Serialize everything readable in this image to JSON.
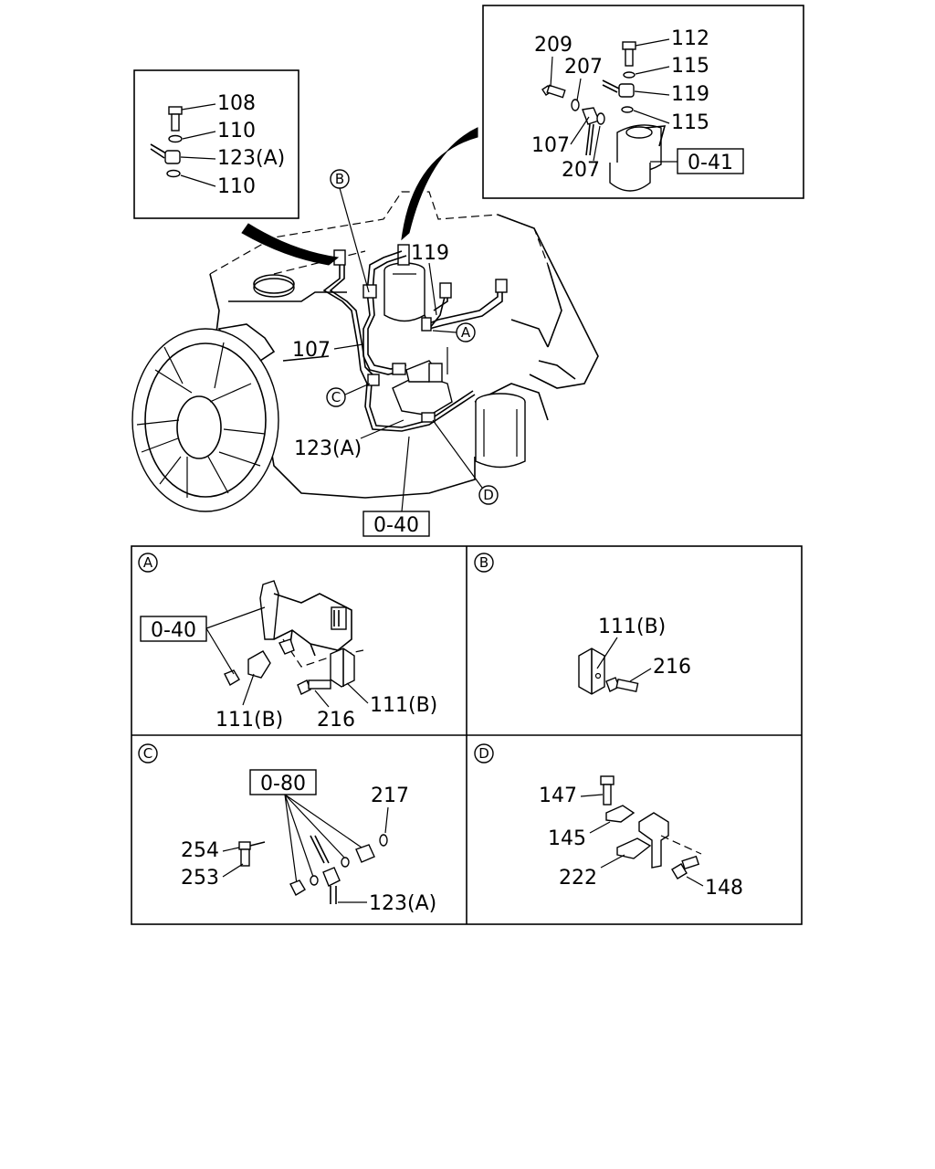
{
  "figure": {
    "main_callouts": {
      "b_marker": "B",
      "a_marker": "A",
      "c_marker": "C",
      "d_marker": "D",
      "filter_ref": "119",
      "pipe_ref": "107",
      "eyebolt_ref": "123(A)",
      "ref_box": "0-40"
    },
    "inset_left": {
      "items": [
        "108",
        "110",
        "123(A)",
        "110"
      ]
    },
    "inset_right": {
      "items": [
        "209",
        "207",
        "112",
        "115",
        "119",
        "115",
        "107",
        "207"
      ],
      "ref_box": "0-41"
    },
    "panel_a": {
      "marker": "A",
      "ref_box": "0-40",
      "labels": [
        "111(B)",
        "216",
        "111(B)"
      ]
    },
    "panel_b": {
      "marker": "B",
      "labels": [
        "111(B)",
        "216"
      ]
    },
    "panel_c": {
      "marker": "C",
      "ref_box": "0-80",
      "labels": [
        "217",
        "254",
        "253",
        "123(A)"
      ]
    },
    "panel_d": {
      "marker": "D",
      "labels": [
        "147",
        "145",
        "222",
        "148"
      ]
    }
  }
}
